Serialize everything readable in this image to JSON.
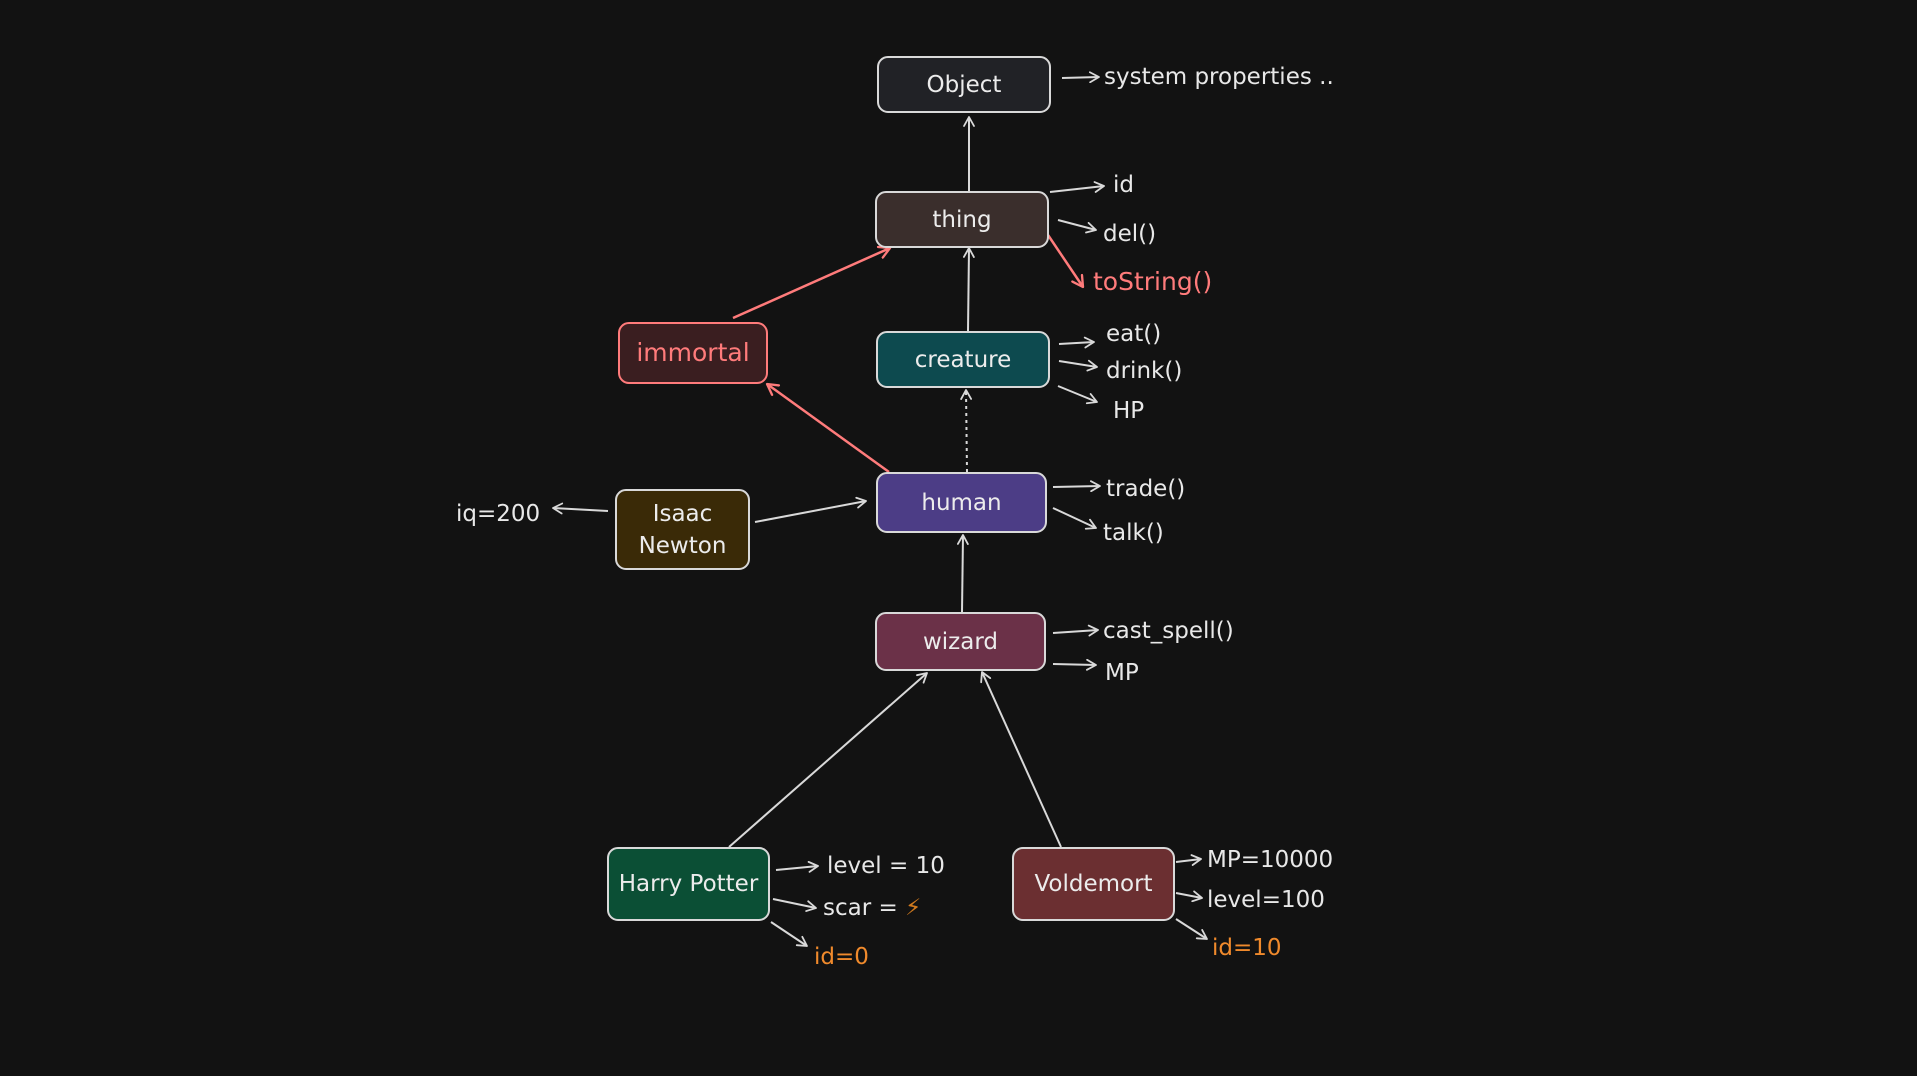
{
  "colors": {
    "background": "#121212",
    "stroke": "#d9d9d9",
    "highlight_red": "#ff7b7b",
    "highlight_orange": "#f08a2c",
    "node_object": "#212226",
    "node_thing": "#3a2e2c",
    "node_creature": "#0d4a4f",
    "node_immortal": "#3a1e20",
    "node_human": "#4c3d86",
    "node_isaac": "#3a2a07",
    "node_wizard": "#6b3148",
    "node_harry": "#0b4f35",
    "node_voldemort": "#6b2f31"
  },
  "nodes": {
    "object": "Object",
    "thing": "thing",
    "immortal": "immortal",
    "creature": "creature",
    "human": "human",
    "isaac_line1": "Isaac",
    "isaac_line2": "Newton",
    "wizard": "wizard",
    "harry": "Harry Potter",
    "voldemort": "Voldemort"
  },
  "labels": {
    "object_props": "system properties ..",
    "thing_id": "id",
    "thing_del": "del()",
    "thing_tostring": "toString()",
    "creature_eat": "eat()",
    "creature_drink": "drink()",
    "creature_hp": "HP",
    "human_trade": "trade()",
    "human_talk": "talk()",
    "isaac_iq": "iq=200",
    "wizard_cast": "cast_spell()",
    "wizard_mp": "MP",
    "harry_level": "level = 10",
    "harry_scar": "scar =",
    "harry_scar_icon": "⚡",
    "harry_id": "id=0",
    "voldemort_mp": "MP=10000",
    "voldemort_level": "level=100",
    "voldemort_id": "id=10"
  }
}
